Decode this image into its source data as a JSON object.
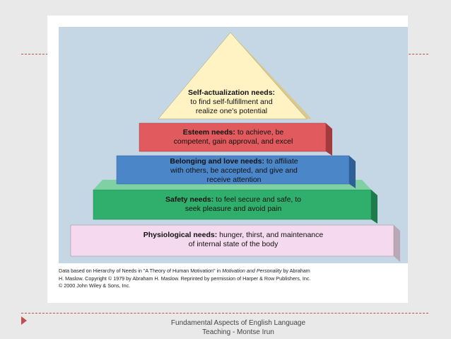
{
  "tiers": [
    {
      "title": "Self-actualization needs:",
      "line1": "to find self-fulfillment and",
      "line2": "realize one's potential",
      "color": "#fff3c4"
    },
    {
      "title": "Esteem needs:",
      "rest1": " to achieve, be",
      "line2": "competent, gain approval, and excel",
      "color": "#e05a5e"
    },
    {
      "title": "Belonging and love needs:",
      "rest1": " to affiliate",
      "line2": "with others, be accepted, and give and",
      "line3": "receive attention",
      "color": "#4b86c9"
    },
    {
      "title": "Safety needs:",
      "rest1": " to feel secure and safe, to",
      "line2": "seek pleasure and avoid pain",
      "color": "#2fae6c"
    },
    {
      "title": "Physiological needs:",
      "rest1": " hunger, thirst, and maintenance",
      "line2": "of internal state of the body",
      "color": "#f5d9ee"
    }
  ],
  "credit": {
    "line1a": "Data based on Hierarchy of Needs in \"A Theory of Human Motivation\" in ",
    "line1b": "Motivation and Personality",
    "line1c": " by Abraham",
    "line2": "H. Maslow. Copyright © 1979 by Abraham H. Maslow. Reprinted by permission of Harper & Row Publishers, Inc.",
    "line3": "© 2000 John Wiley & Sons, Inc."
  },
  "footer": {
    "line1": "Fundamental Aspects of English Language",
    "line2": "Teaching - Montse Irun"
  },
  "colors": {
    "accent": "#c0504d",
    "diagram_bg": "#c5d6e5"
  }
}
